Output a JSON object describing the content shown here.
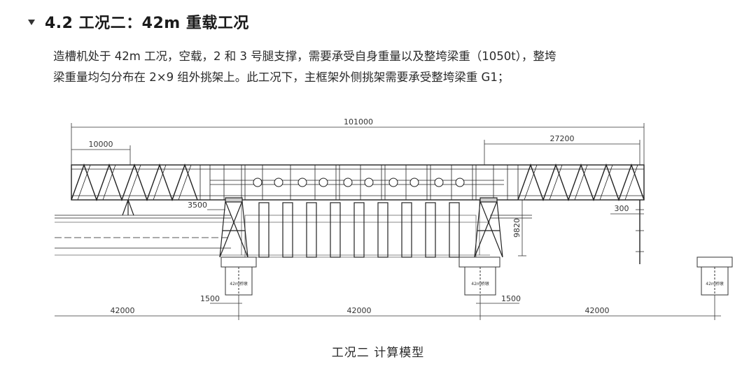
{
  "section": {
    "title": "4.2 工况二：42m 重载工况",
    "paragraph_lines": [
      "造槽机处于 42m 工况，空载，2 和 3 号腿支撑，需要承受自身重量以及整垮梁重（1050t），整垮",
      "梁重量均匀分布在 2×9 组外挑架上。此工况下，主框架外侧挑架需要承受整垮梁重 G1；"
    ]
  },
  "figure": {
    "caption": "工况二   计算模型",
    "dimensions": {
      "overall_length": "101000",
      "left_overhang": "10000",
      "right_overhang": "27200",
      "leg_offset": "3500",
      "right_tip": "300",
      "height": "9820",
      "offset_left": "1500",
      "offset_right": "1500",
      "span_1": "42000",
      "span_2": "42000",
      "span_3": "42000"
    },
    "pier_label": "42m桥墩"
  }
}
